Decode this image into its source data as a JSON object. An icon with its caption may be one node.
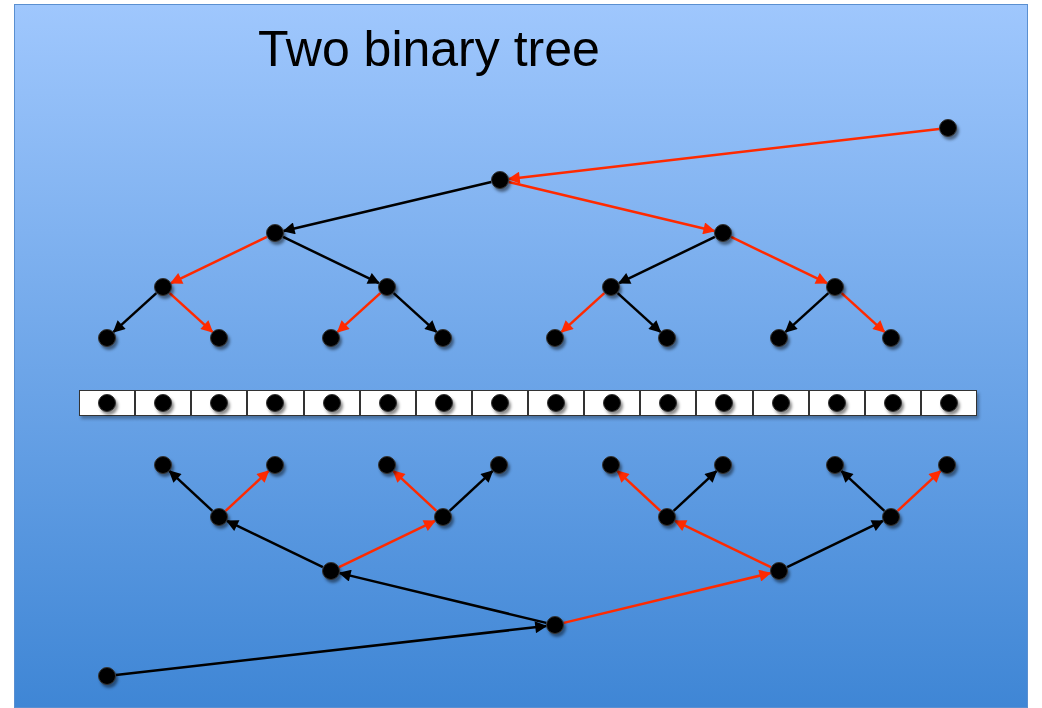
{
  "diagram": {
    "title": "Two binary tree",
    "nodes": [
      {
        "text": [],
        "shape": "circle"
      },
      {
        "text": [],
        "shape": "circle"
      },
      {
        "text": [],
        "shape": "circle"
      },
      {
        "text": [],
        "shape": "circle"
      },
      {
        "text": [],
        "shape": "circle"
      },
      {
        "text": [],
        "shape": "circle"
      },
      {
        "text": [],
        "shape": "circle"
      },
      {
        "text": [],
        "shape": "circle"
      },
      {
        "text": [],
        "shape": "circle"
      },
      {
        "text": [],
        "shape": "circle"
      },
      {
        "text": [],
        "shape": "circle"
      },
      {
        "text": [],
        "shape": "circle"
      },
      {
        "text": [],
        "shape": "circle"
      },
      {
        "text": [],
        "shape": "circle"
      },
      {
        "text": [],
        "shape": "circle"
      },
      {
        "text": [],
        "shape": "circle"
      },
      {
        "text": [],
        "shape": "box"
      },
      {
        "text": [],
        "shape": "circle",
        "in": 16
      },
      {
        "text": [],
        "shape": "box"
      },
      {
        "text": [],
        "shape": "circle",
        "in": 18
      },
      {
        "text": [],
        "shape": "box"
      },
      {
        "text": [],
        "shape": "circle",
        "in": 20
      },
      {
        "text": [],
        "shape": "box"
      },
      {
        "text": [],
        "shape": "circle",
        "in": 22
      },
      {
        "text": [],
        "shape": "box"
      },
      {
        "text": [],
        "shape": "circle",
        "in": 24
      },
      {
        "text": [],
        "shape": "box"
      },
      {
        "text": [],
        "shape": "circle",
        "in": 26
      },
      {
        "text": [],
        "shape": "box"
      },
      {
        "text": [],
        "shape": "circle",
        "in": 28
      },
      {
        "text": [],
        "shape": "box"
      },
      {
        "text": [],
        "shape": "circle",
        "in": 30
      },
      {
        "text": [],
        "shape": "box"
      },
      {
        "text": [],
        "shape": "circle",
        "in": 32
      },
      {
        "text": [],
        "shape": "box"
      },
      {
        "text": [],
        "shape": "circle",
        "in": 34
      },
      {
        "text": [],
        "shape": "box"
      },
      {
        "text": [],
        "shape": "circle",
        "in": 36
      },
      {
        "text": [],
        "shape": "box"
      },
      {
        "text": [],
        "shape": "circle",
        "in": 38
      },
      {
        "text": [],
        "shape": "box"
      },
      {
        "text": [],
        "shape": "circle",
        "in": 40
      },
      {
        "text": [],
        "shape": "box"
      },
      {
        "text": [],
        "shape": "circle",
        "in": 42
      },
      {
        "text": [],
        "shape": "box"
      },
      {
        "text": [],
        "shape": "circle",
        "in": 44
      },
      {
        "text": [],
        "shape": "box"
      },
      {
        "text": [],
        "shape": "circle",
        "in": 46
      },
      {
        "text": [],
        "shape": "circle"
      },
      {
        "text": [],
        "shape": "circle"
      },
      {
        "text": [],
        "shape": "circle"
      },
      {
        "text": [],
        "shape": "circle"
      },
      {
        "text": [],
        "shape": "circle"
      },
      {
        "text": [],
        "shape": "circle"
      },
      {
        "text": [],
        "shape": "circle"
      },
      {
        "text": [],
        "shape": "circle"
      },
      {
        "text": [],
        "shape": "circle"
      },
      {
        "text": [],
        "shape": "circle"
      },
      {
        "text": [],
        "shape": "circle"
      },
      {
        "text": [],
        "shape": "circle"
      },
      {
        "text": [],
        "shape": "circle"
      },
      {
        "text": [],
        "shape": "circle"
      },
      {
        "text": [],
        "shape": "circle"
      },
      {
        "text": [],
        "shape": "circle"
      }
    ],
    "edges": [
      {
        "from": 0,
        "to": 1,
        "arrow": "to",
        "color": "#ff2a00"
      },
      {
        "from": 1,
        "to": 2,
        "arrow": "to",
        "color": "#000000"
      },
      {
        "from": 1,
        "to": 3,
        "arrow": "to",
        "color": "#ff2a00"
      },
      {
        "from": 2,
        "to": 4,
        "arrow": "to",
        "color": "#ff2a00"
      },
      {
        "from": 2,
        "to": 5,
        "arrow": "to",
        "color": "#000000"
      },
      {
        "from": 3,
        "to": 6,
        "arrow": "to",
        "color": "#000000"
      },
      {
        "from": 3,
        "to": 7,
        "arrow": "to",
        "color": "#ff2a00"
      },
      {
        "from": 4,
        "to": 8,
        "arrow": "to",
        "color": "#000000"
      },
      {
        "from": 4,
        "to": 9,
        "arrow": "to",
        "color": "#ff2a00"
      },
      {
        "from": 5,
        "to": 10,
        "arrow": "to",
        "color": "#ff2a00"
      },
      {
        "from": 5,
        "to": 11,
        "arrow": "to",
        "color": "#000000"
      },
      {
        "from": 6,
        "to": 12,
        "arrow": "to",
        "color": "#ff2a00"
      },
      {
        "from": 6,
        "to": 13,
        "arrow": "to",
        "color": "#000000"
      },
      {
        "from": 7,
        "to": 14,
        "arrow": "to",
        "color": "#000000"
      },
      {
        "from": 7,
        "to": 15,
        "arrow": "to",
        "color": "#ff2a00"
      },
      {
        "from": 63,
        "to": 62,
        "arrow": "to",
        "color": "#000000"
      },
      {
        "from": 62,
        "to": 60,
        "arrow": "to",
        "color": "#000000"
      },
      {
        "from": 62,
        "to": 61,
        "arrow": "to",
        "color": "#ff2a00"
      },
      {
        "from": 60,
        "to": 56,
        "arrow": "to",
        "color": "#000000"
      },
      {
        "from": 60,
        "to": 57,
        "arrow": "to",
        "color": "#ff2a00"
      },
      {
        "from": 61,
        "to": 58,
        "arrow": "to",
        "color": "#ff2a00"
      },
      {
        "from": 61,
        "to": 59,
        "arrow": "to",
        "color": "#000000"
      },
      {
        "from": 56,
        "to": 48,
        "arrow": "to",
        "color": "#000000"
      },
      {
        "from": 56,
        "to": 49,
        "arrow": "to",
        "color": "#ff2a00"
      },
      {
        "from": 57,
        "to": 50,
        "arrow": "to",
        "color": "#ff2a00"
      },
      {
        "from": 57,
        "to": 51,
        "arrow": "to",
        "color": "#000000"
      },
      {
        "from": 58,
        "to": 52,
        "arrow": "to",
        "color": "#ff2a00"
      },
      {
        "from": 58,
        "to": 53,
        "arrow": "to",
        "color": "#000000"
      },
      {
        "from": 59,
        "to": 54,
        "arrow": "to",
        "color": "#000000"
      },
      {
        "from": 59,
        "to": 55,
        "arrow": "to",
        "color": "#ff2a00"
      }
    ]
  }
}
